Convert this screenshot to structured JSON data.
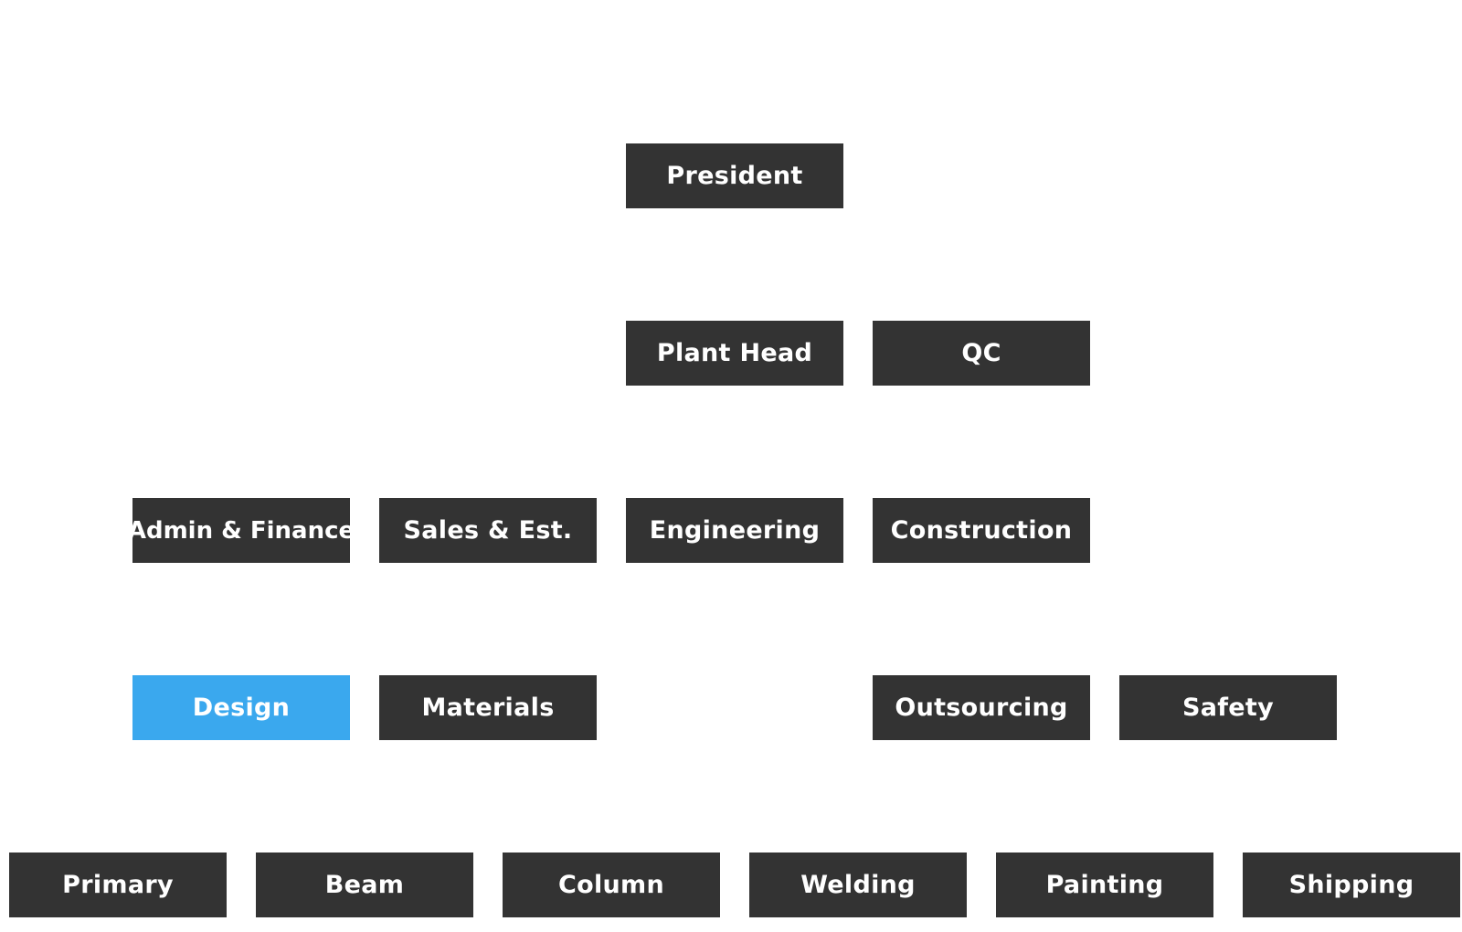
{
  "colors": {
    "node_background": "#333333",
    "node_selected_background": "#3aa8ee",
    "node_text": "#ffffff",
    "canvas_background": "#ffffff"
  },
  "nodes": {
    "president": "President",
    "plant_head": "Plant Head",
    "qc": "QC",
    "admin_finance": "Admin & Finance",
    "sales_est": "Sales & Est.",
    "engineering": "Engineering",
    "construction": "Construction",
    "design": "Design",
    "materials": "Materials",
    "outsourcing": "Outsourcing",
    "safety": "Safety",
    "primary": "Primary",
    "beam": "Beam",
    "column": "Column",
    "welding": "Welding",
    "painting": "Painting",
    "shipping": "Shipping"
  },
  "selected_node": "Design"
}
